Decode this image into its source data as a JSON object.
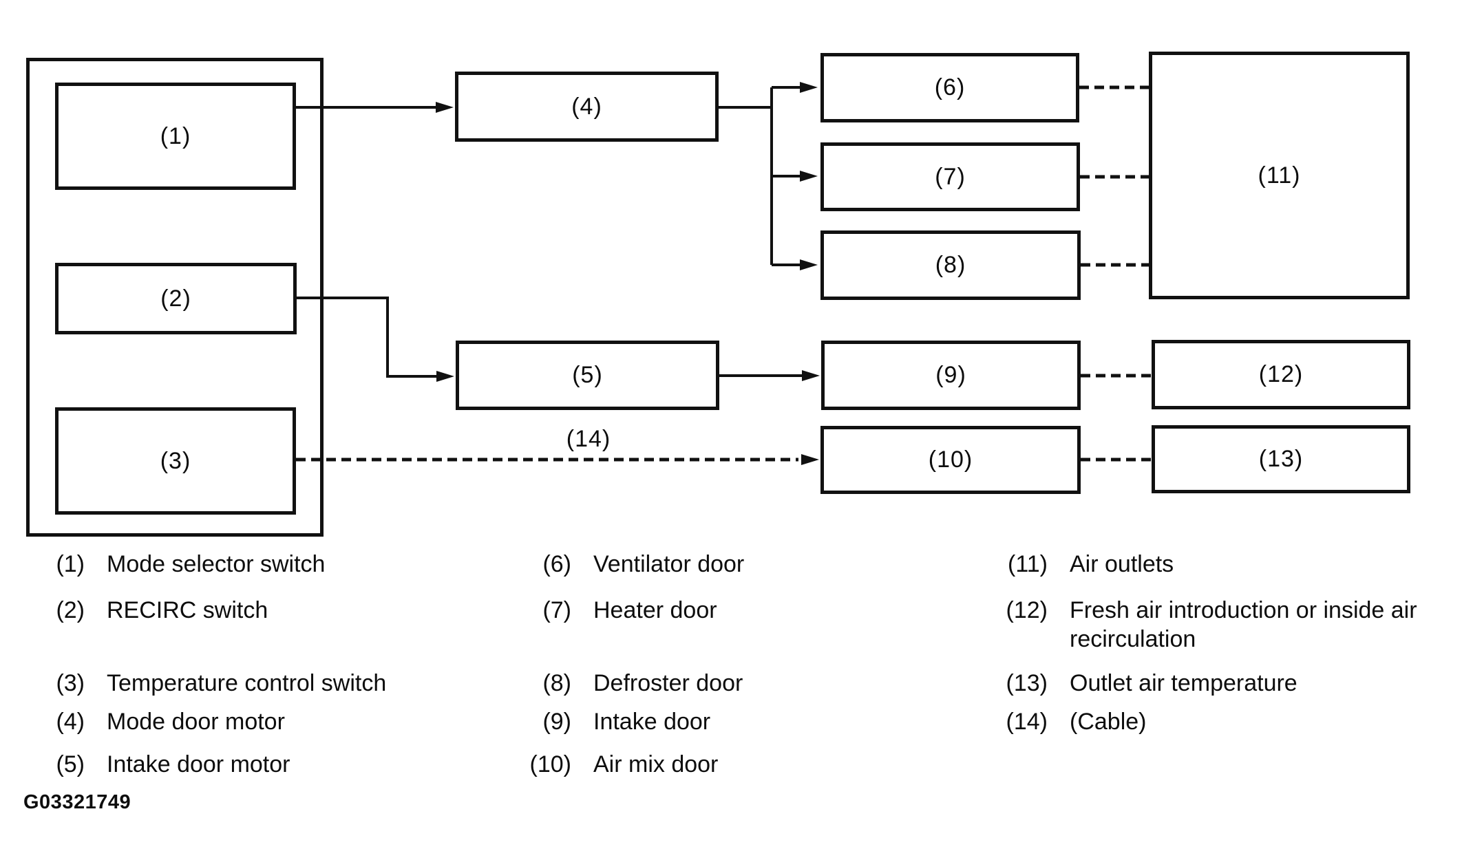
{
  "diagram": {
    "boxes": [
      {
        "id": "1",
        "label": "(1)"
      },
      {
        "id": "2",
        "label": "(2)"
      },
      {
        "id": "3",
        "label": "(3)"
      },
      {
        "id": "4",
        "label": "(4)"
      },
      {
        "id": "5",
        "label": "(5)"
      },
      {
        "id": "6",
        "label": "(6)"
      },
      {
        "id": "7",
        "label": "(7)"
      },
      {
        "id": "8",
        "label": "(8)"
      },
      {
        "id": "9",
        "label": "(9)"
      },
      {
        "id": "10",
        "label": "(10)"
      },
      {
        "id": "11",
        "label": "(11)"
      },
      {
        "id": "12",
        "label": "(12)"
      },
      {
        "id": "13",
        "label": "(13)"
      }
    ],
    "cable_label": "(14)",
    "edges": [
      {
        "from": "1",
        "to": "4",
        "style": "solid-arrow"
      },
      {
        "from": "4",
        "to": "6",
        "style": "solid-arrow"
      },
      {
        "from": "4",
        "to": "7",
        "style": "solid-arrow"
      },
      {
        "from": "4",
        "to": "8",
        "style": "solid-arrow"
      },
      {
        "from": "2",
        "to": "5",
        "style": "solid-arrow"
      },
      {
        "from": "5",
        "to": "9",
        "style": "solid-arrow"
      },
      {
        "from": "3",
        "to": "10",
        "style": "dashed-arrow",
        "label": "(14)"
      },
      {
        "from": "6",
        "to": "11",
        "style": "dashed"
      },
      {
        "from": "7",
        "to": "11",
        "style": "dashed"
      },
      {
        "from": "8",
        "to": "11",
        "style": "dashed"
      },
      {
        "from": "9",
        "to": "12",
        "style": "dashed"
      },
      {
        "from": "10",
        "to": "13",
        "style": "dashed"
      }
    ]
  },
  "legend": {
    "items": [
      {
        "num": "(1)",
        "label": "Mode selector switch"
      },
      {
        "num": "(2)",
        "label": "RECIRC switch"
      },
      {
        "num": "(3)",
        "label": "Temperature control switch"
      },
      {
        "num": "(4)",
        "label": "Mode door motor"
      },
      {
        "num": "(5)",
        "label": "Intake door motor"
      },
      {
        "num": "(6)",
        "label": "Ventilator door"
      },
      {
        "num": "(7)",
        "label": "Heater door"
      },
      {
        "num": "(8)",
        "label": "Defroster door"
      },
      {
        "num": "(9)",
        "label": "Intake door"
      },
      {
        "num": "(10)",
        "label": "Air mix door"
      },
      {
        "num": "(11)",
        "label": "Air outlets"
      },
      {
        "num": "(12)",
        "label": "Fresh air introduction or inside air recirculation"
      },
      {
        "num": "(13)",
        "label": "Outlet air temperature"
      },
      {
        "num": "(14)",
        "label": "(Cable)"
      }
    ]
  },
  "footer": {
    "figure_code": "G03321749"
  }
}
